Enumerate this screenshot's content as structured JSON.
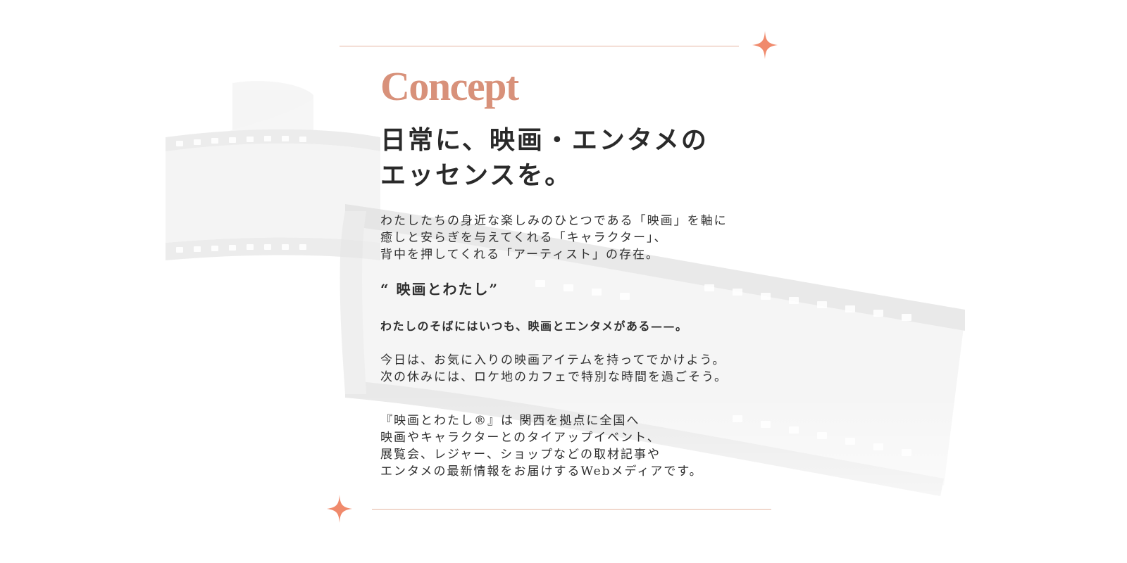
{
  "concept": {
    "title": "Concept",
    "headline_lines": [
      "日常に、映画・エンタメの",
      "エッセンスを。"
    ],
    "intro_lines": [
      "わたしたちの身近な楽しみのひとつである「映画」を軸に",
      "癒しと安らぎを与えてくれる「キャラクター」、",
      "背中を押してくれる「アーティスト」の存在。"
    ],
    "subtitle": "“ 映画とわたし”",
    "lead": "わたしのそばにはいつも、映画とエンタメがある——。",
    "body_lines": [
      "今日は、お気に入りの映画アイテムを持ってでかけよう。",
      "次の休みには、ロケ地のカフェで特別な時間を過ごそう。"
    ],
    "about_lines": [
      "『映画とわたし®』は 関西を拠点に全国へ",
      "映画やキャラクターとのタイアップイベント、",
      "展覧会、レジャー、ショップなどの取材記事や",
      "エンタメの最新情報をお届けするWebメディアです。"
    ]
  },
  "colors": {
    "accent": "#d8917a",
    "divider": "#e4b4a0",
    "sparkle": "#f08a6c",
    "film": "#dcdcdc"
  },
  "icons": {
    "sparkle": "four-point-star",
    "background": "film-strip"
  }
}
